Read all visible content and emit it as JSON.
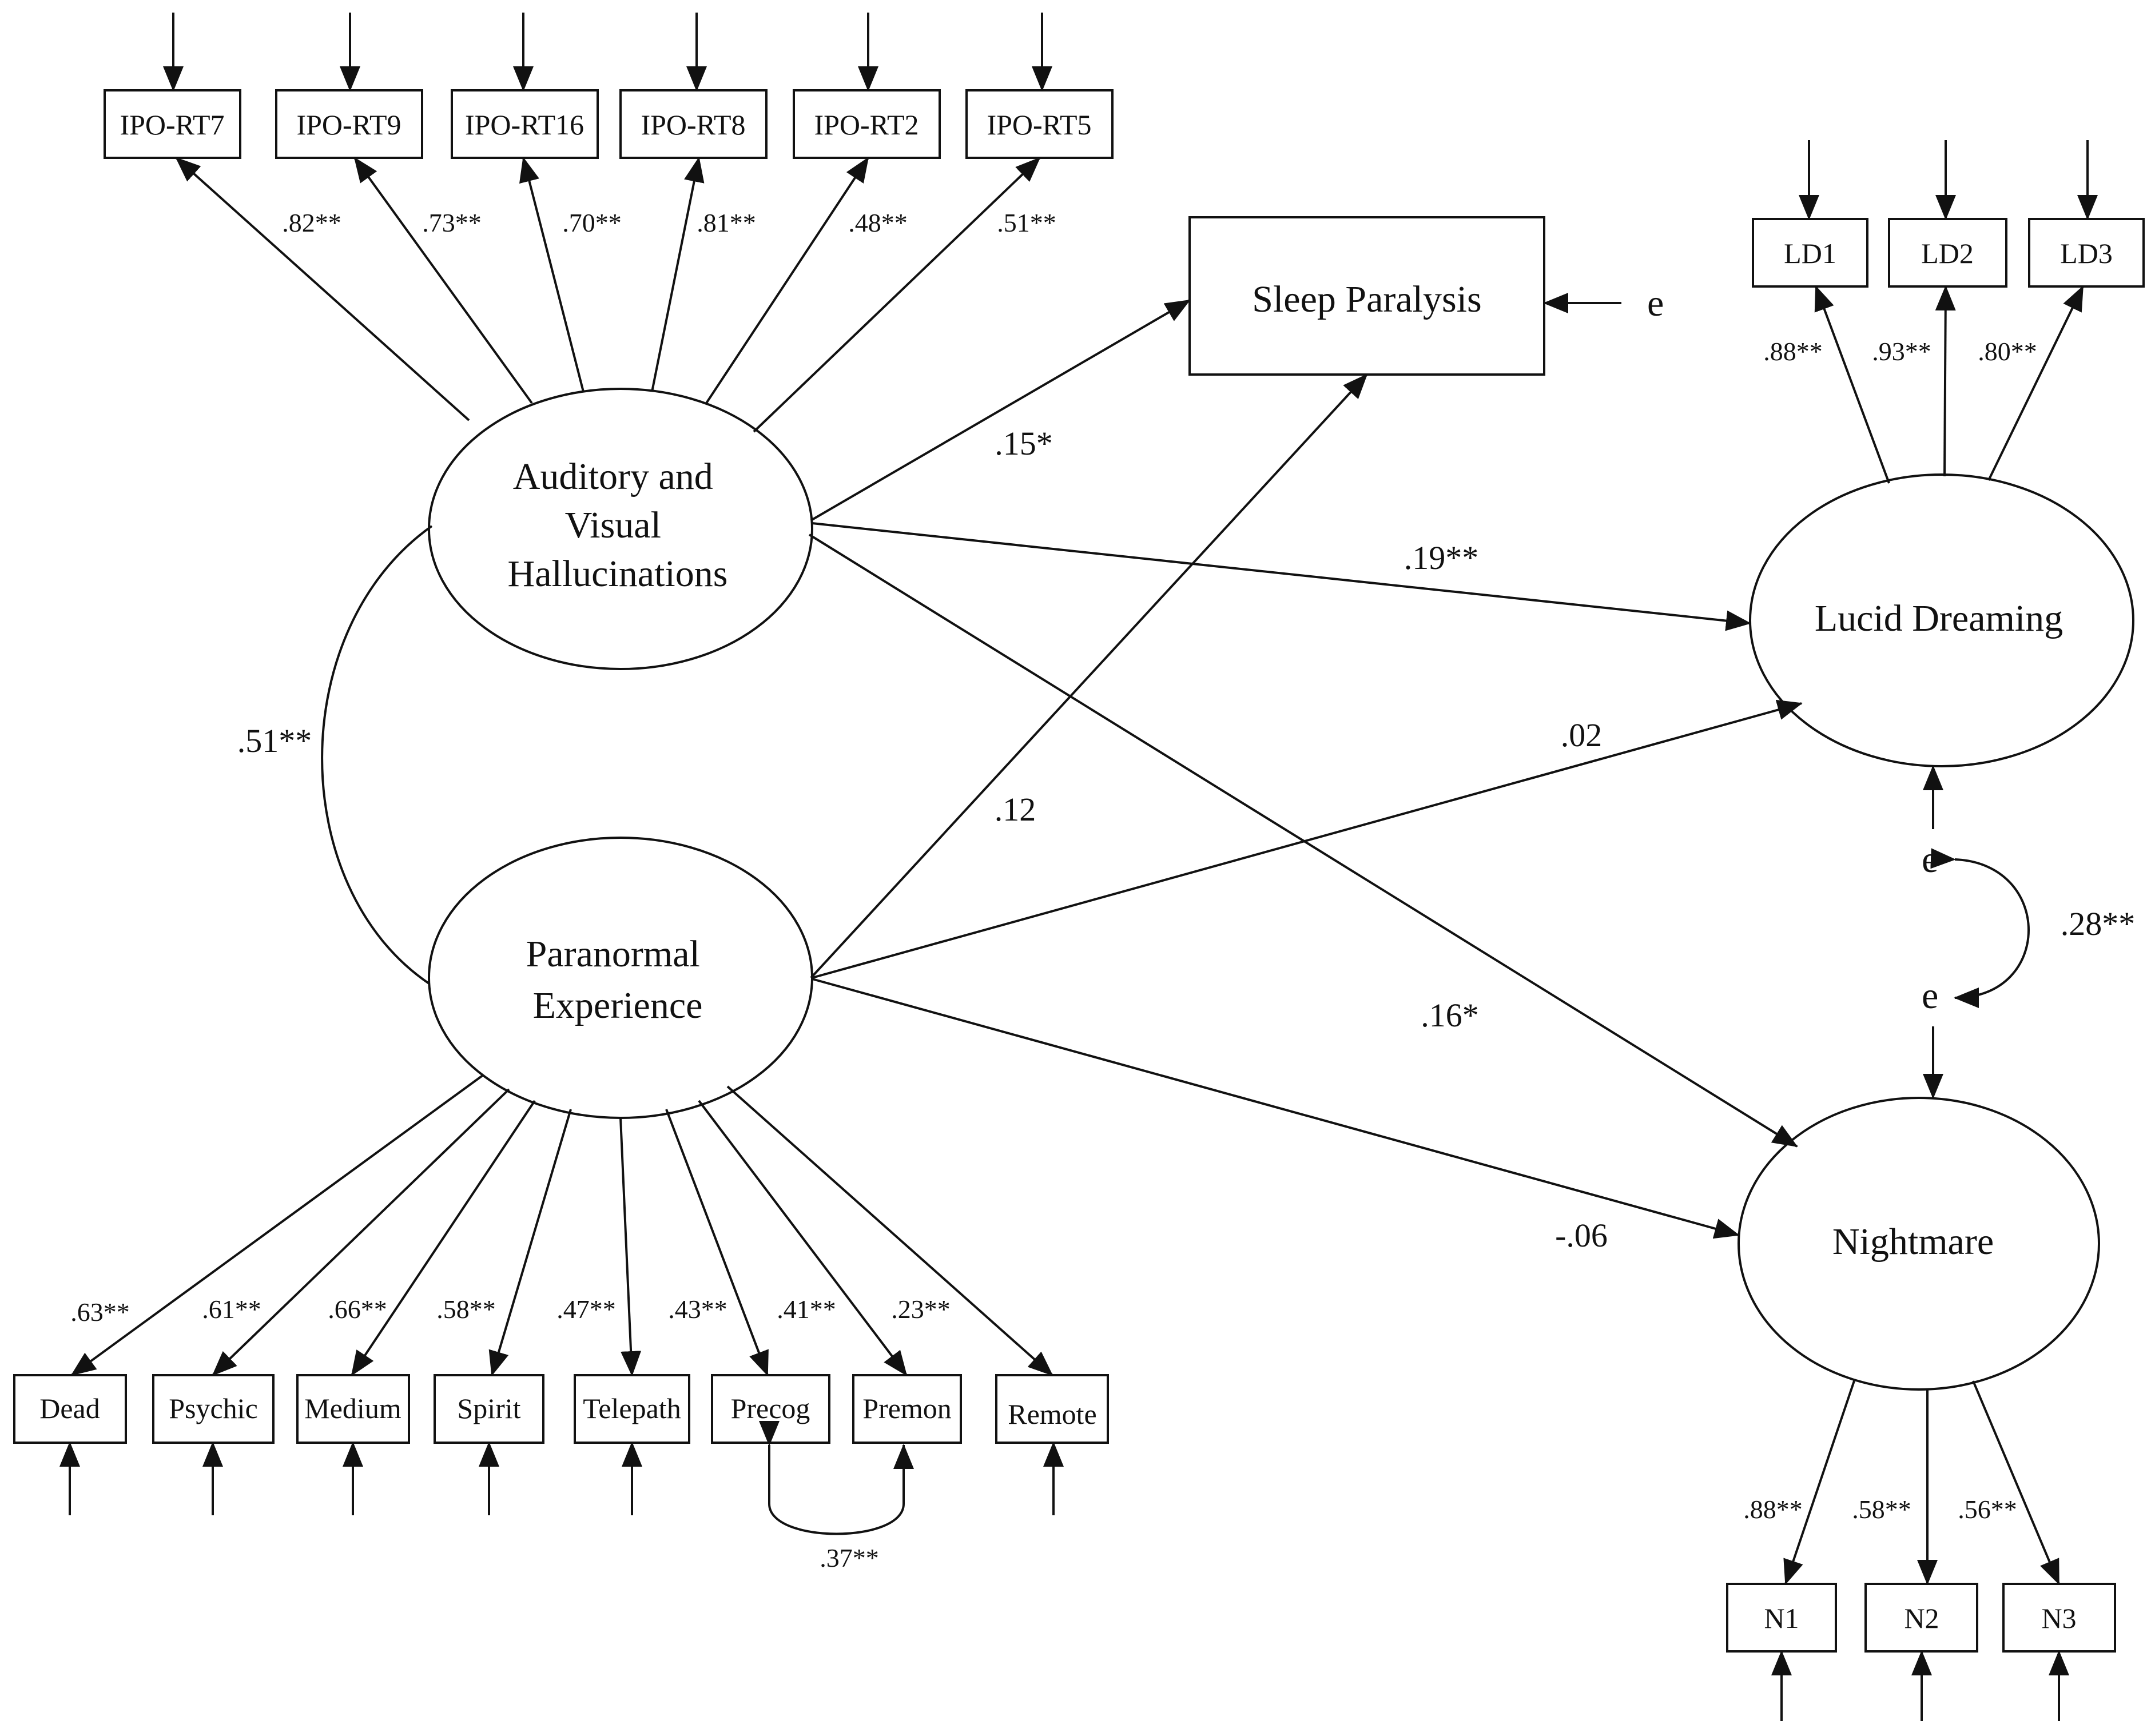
{
  "factors": {
    "avh": [
      "Auditory and",
      "Visual",
      "Hallucinations"
    ],
    "pe": [
      "Paranormal",
      "Experience"
    ],
    "ld": [
      "Lucid Dreaming"
    ],
    "nm": [
      "Nightmare"
    ]
  },
  "outcome_box": "Sleep Paralysis",
  "error_label": "e",
  "avh_items": [
    "IPO-RT7",
    "IPO-RT9",
    "IPO-RT16",
    "IPO-RT8",
    "IPO-RT2",
    "IPO-RT5"
  ],
  "avh_loadings": [
    ".82**",
    ".73**",
    ".70**",
    ".81**",
    ".48**",
    ".51**"
  ],
  "pe_items": [
    "Dead",
    "Psychic",
    "Medium",
    "Spirit",
    "Telepath",
    "Precog",
    "Premon",
    "Remote"
  ],
  "pe_loadings": [
    ".63**",
    ".61**",
    ".66**",
    ".58**",
    ".47**",
    ".43**",
    ".41**",
    ".23**"
  ],
  "ld_items": [
    "LD1",
    "LD2",
    "LD3"
  ],
  "ld_loadings": [
    ".88**",
    ".93**",
    ".80**"
  ],
  "nm_items": [
    "N1",
    "N2",
    "N3"
  ],
  "nm_loadings": [
    ".88**",
    ".58**",
    ".56**"
  ],
  "paths": {
    "avh_sp": ".15*",
    "avh_ld": ".19**",
    "avh_nm": ".16*",
    "pe_sp": ".12",
    "pe_ld": ".02",
    "pe_nm": "-.06"
  },
  "covariances": {
    "avh_pe": ".51**",
    "ld_nm_errors": ".28**",
    "precog_premon": ".37**"
  }
}
